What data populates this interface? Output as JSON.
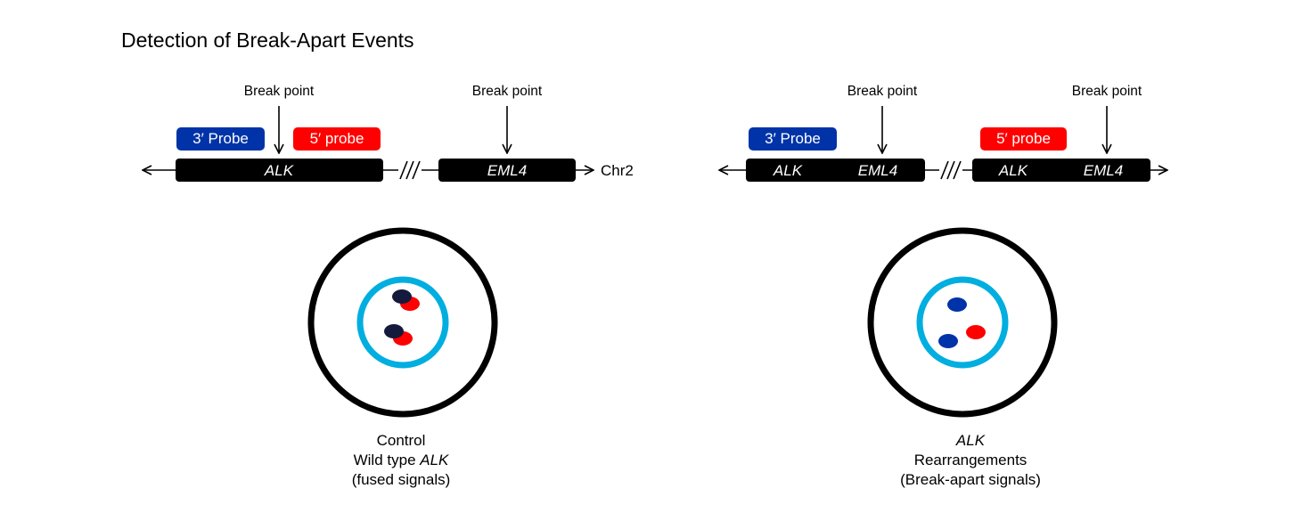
{
  "title": "Detection of Break-Apart Events",
  "colors": {
    "probe3": "#0033a8",
    "probe5": "#ff0000",
    "nucleus": "#00aee0",
    "cell": "#000000",
    "fused_dark": "#141a3c",
    "gene_box": "#000000",
    "gene_text": "#ffffff"
  },
  "left_panel": {
    "break_point_labels": [
      "Break point",
      "Break point"
    ],
    "probe3_label": "3′ Probe",
    "probe5_label": "5′ probe",
    "genes": [
      "ALK",
      "EML4"
    ],
    "chromosome_label": "Chr2",
    "caption": {
      "line1": "Control",
      "line2_prefix": "Wild type ",
      "line2_gene": "ALK",
      "line3": "(fused signals)"
    }
  },
  "right_panel": {
    "break_point_labels": [
      "Break point",
      "Break point"
    ],
    "probe3_label": "3′ Probe",
    "probe5_label": "5′ probe",
    "segment1_genes": [
      "ALK",
      "EML4"
    ],
    "segment2_genes": [
      "ALK",
      "EML4"
    ],
    "caption": {
      "line1": "ALK",
      "line2": "Rearrangements",
      "line3": "(Break-apart signals)"
    }
  }
}
